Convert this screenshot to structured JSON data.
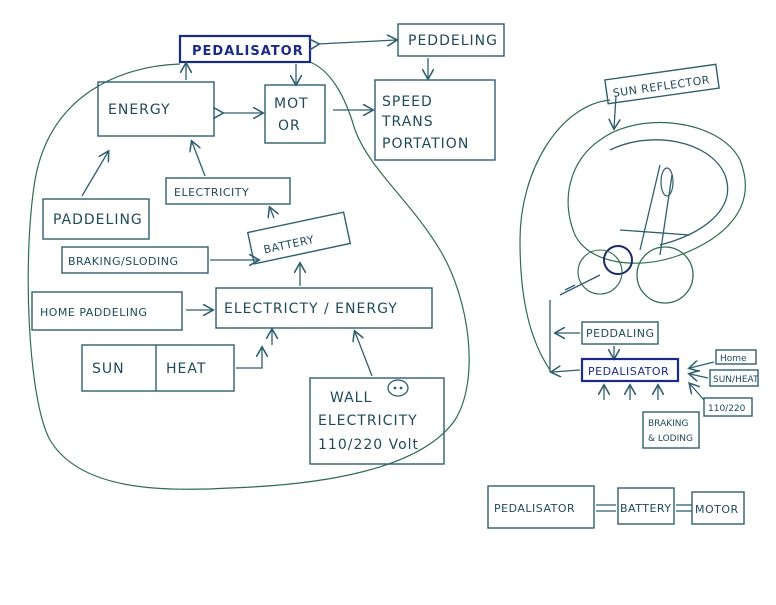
{
  "diagram": {
    "top": {
      "pedalisator": "PEDALISATOR",
      "peddeling": "PEDDELING"
    },
    "energy": "ENERGY",
    "motor": [
      "MOT",
      "OR"
    ],
    "speed": [
      "SPEED",
      "TRANS",
      "PORTATION"
    ],
    "electricity": "ELECTRICITY",
    "paddeling": "PADDELING",
    "battery": "BATTERY",
    "braking": "BRAKING/SLODING",
    "home_paddeling": "HOME PADDELING",
    "electricity_energy": "ELECTRICTY / ENERGY",
    "sun": "SUN",
    "heat": "HEAT",
    "wall": [
      "WALL",
      "ELECTRICITY",
      "110/220 Volt"
    ],
    "right": {
      "sun_reflector": "SUN REFLECTOR",
      "peddaling": "PEDDALING",
      "pedalisator": "PEDALISATOR",
      "home": "Home",
      "sun_heat": "SUN/HEAT",
      "voltage": "110/220",
      "braking": [
        "BRAKING",
        "& LODING"
      ]
    },
    "bottom": {
      "pedalisator": "PEDALISATOR",
      "battery": "BATTERY",
      "motor": "MOTOR"
    }
  }
}
